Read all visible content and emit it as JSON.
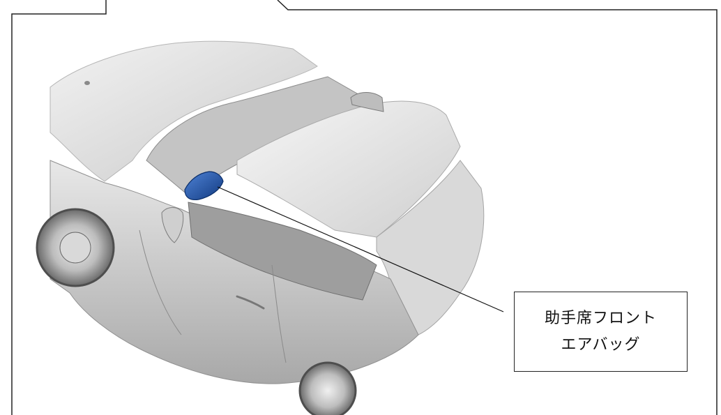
{
  "callout": {
    "line1": "助手席フロント",
    "line2": "エアバッグ"
  },
  "highlight_color": "#1f4f9a",
  "car_body_color": "#d6d6d6",
  "icons": [
    "car-illustration",
    "airbag-highlight"
  ]
}
